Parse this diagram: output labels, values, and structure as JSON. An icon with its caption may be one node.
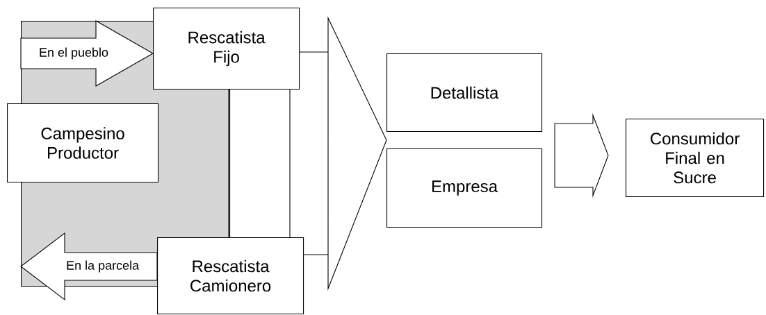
{
  "diagram": {
    "nodes": [
      {
        "text": [],
        "shape": "box"
      },
      {
        "text": [
          "Campesino Productor"
        ]
      },
      {
        "text": [
          "Rescatista Fijo"
        ]
      },
      {
        "text": [
          "Rescatista Camionero"
        ]
      },
      {
        "text": [
          "Detallista"
        ]
      },
      {
        "text": [
          "Empresa"
        ]
      },
      {
        "text": [
          "Consumidor Final en Sucre"
        ]
      }
    ],
    "edges": [
      {
        "from": 0,
        "to": 2,
        "arrow": "to",
        "label": "En el pueblo"
      },
      {
        "from": 3,
        "to": 0,
        "arrow": "to",
        "label": "En la parcela"
      },
      {
        "from": 2,
        "to": 3,
        "arrow": "none"
      },
      {
        "from": 2,
        "to": 4,
        "arrow": "to"
      },
      {
        "from": 2,
        "to": 5,
        "arrow": "to"
      },
      {
        "from": 3,
        "to": 4,
        "arrow": "to"
      },
      {
        "from": 3,
        "to": 5,
        "arrow": "to"
      },
      {
        "from": 4,
        "to": 6,
        "arrow": "to"
      },
      {
        "from": 5,
        "to": 6,
        "arrow": "to"
      }
    ]
  }
}
